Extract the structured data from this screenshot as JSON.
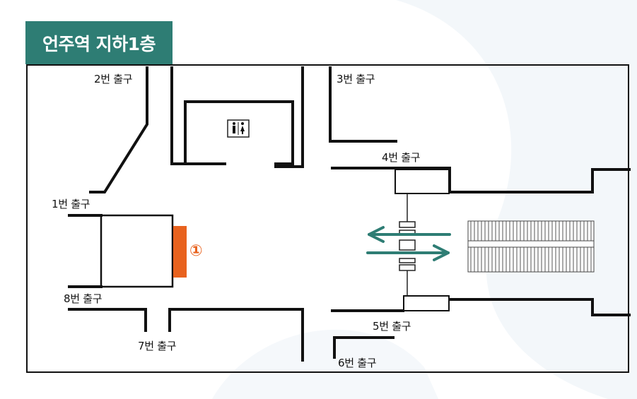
{
  "title": "언주역 지하1층",
  "exits": {
    "exit1": "1번 출구",
    "exit2": "2번 출구",
    "exit3": "3번 출구",
    "exit4": "4번 출구",
    "exit5": "5번 출구",
    "exit6": "6번 출구",
    "exit7": "7번 출구",
    "exit8": "8번 출구"
  },
  "marker": {
    "number": "①",
    "color": "#e8621e"
  },
  "colors": {
    "title_bg": "#2e7d74",
    "arrow": "#2e7d74",
    "wall": "#111111"
  },
  "icons": {
    "restroom": "restroom-icon",
    "arrow_left": "arrow-left-icon",
    "arrow_right": "arrow-right-icon"
  }
}
